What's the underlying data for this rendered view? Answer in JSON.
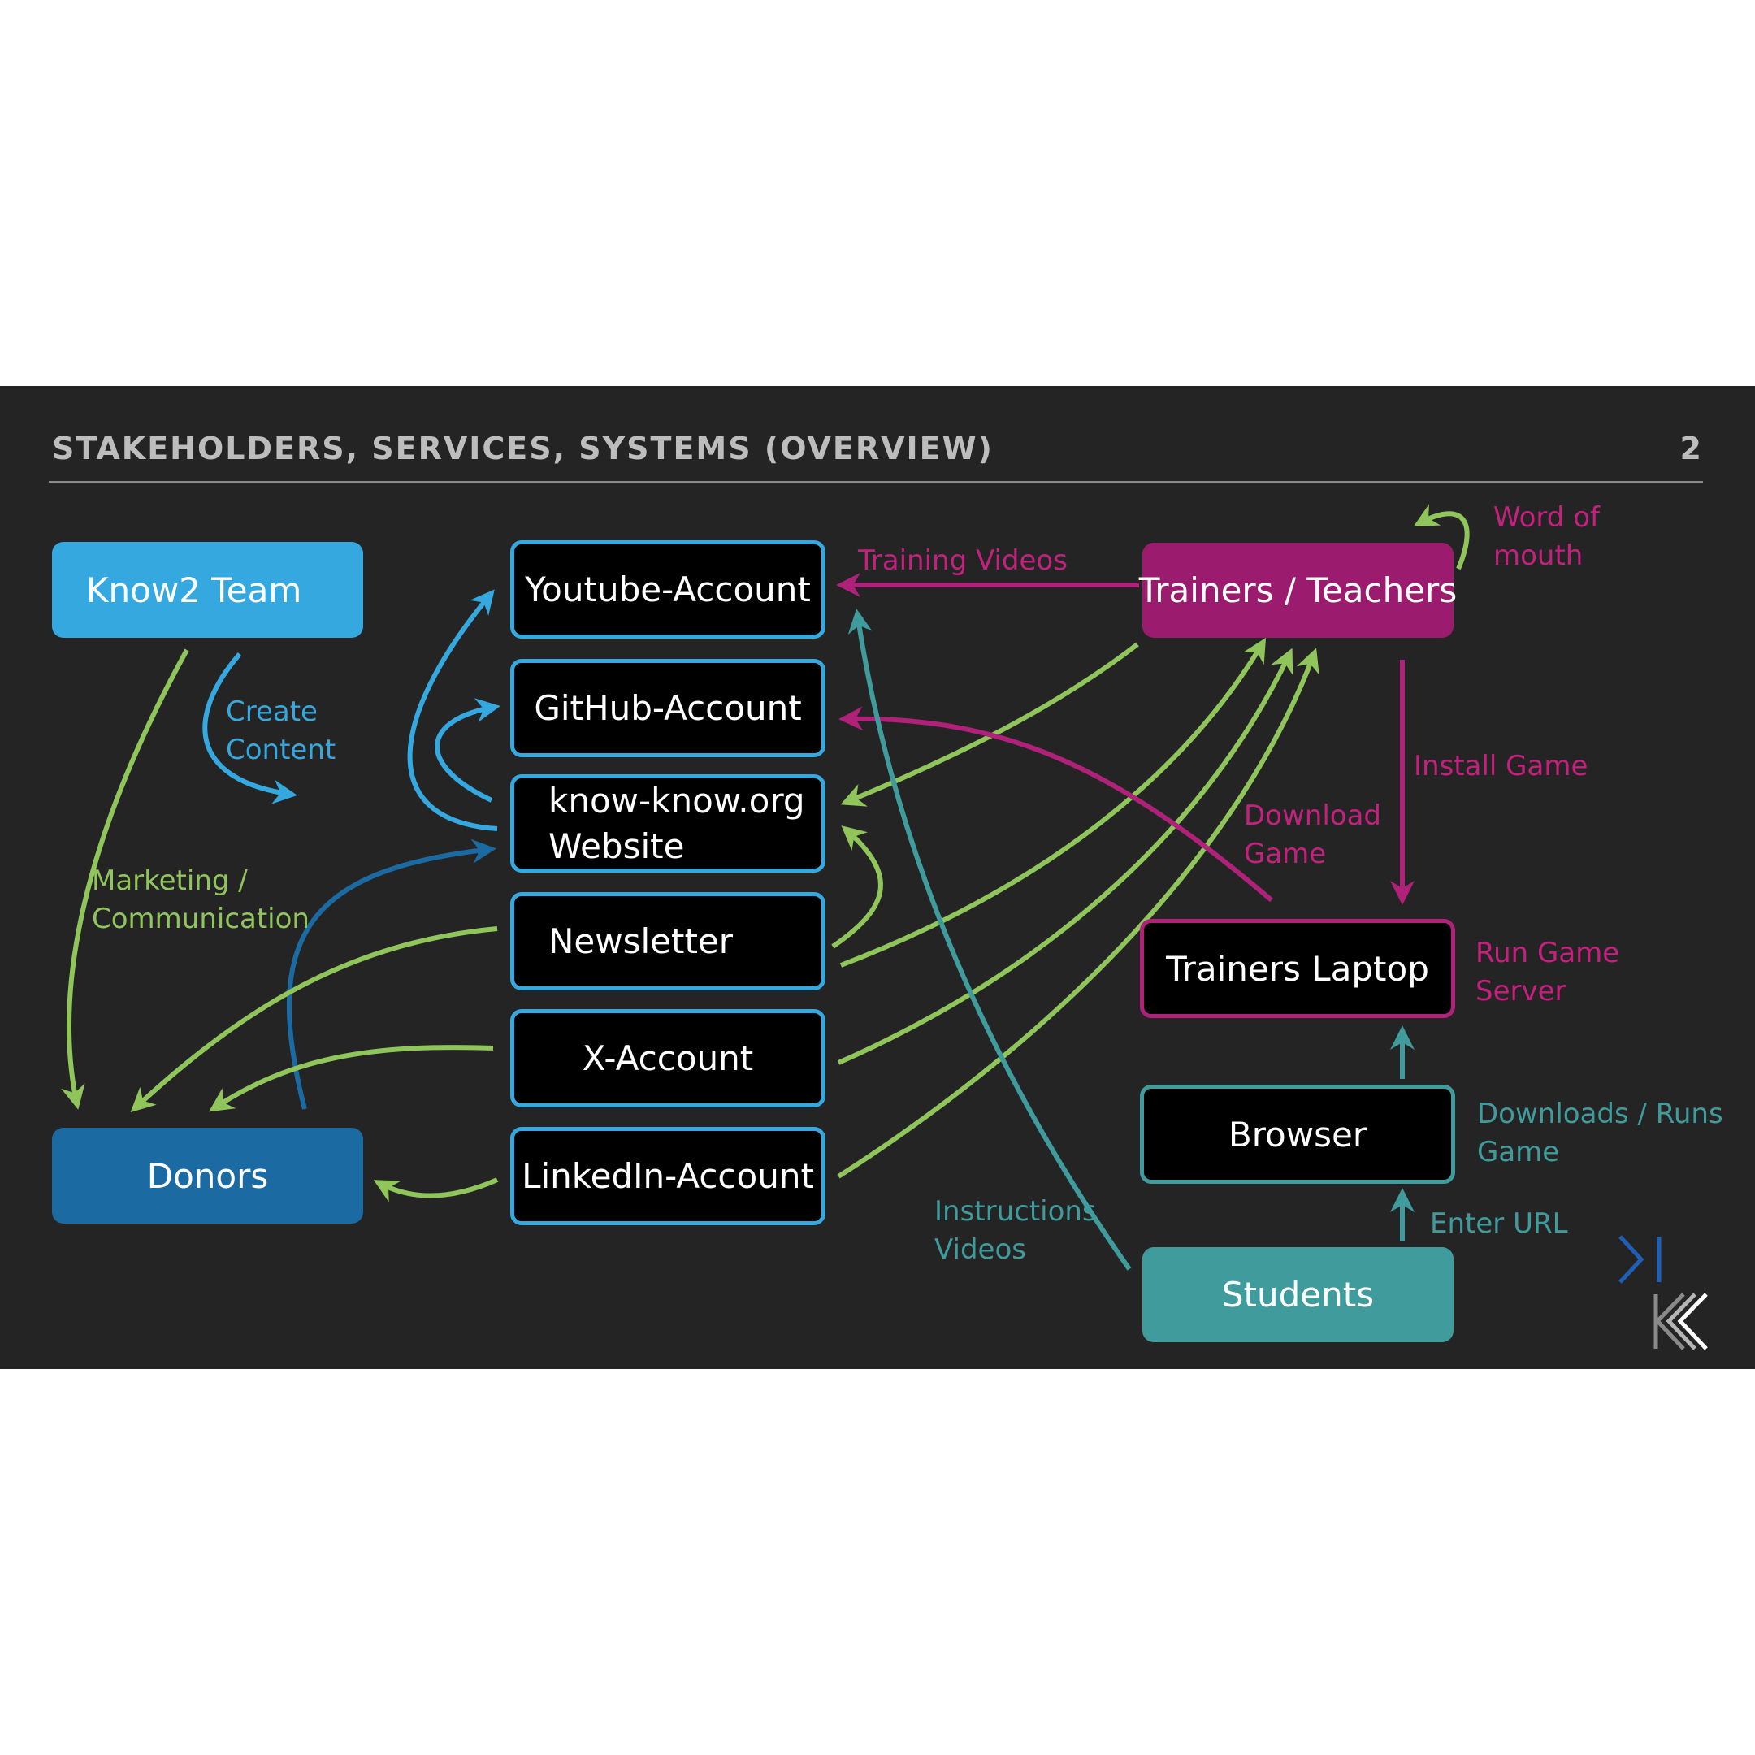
{
  "slide": {
    "title": "STAKEHOLDERS, SERVICES, SYSTEMS (OVERVIEW)",
    "page_number": "2"
  },
  "colors": {
    "background": "#242424",
    "know2_team": "#35a8df",
    "donors": "#1b6aa2",
    "trainers": "#9b1b6e",
    "students": "#3f9b9c",
    "green_arrows": "#8fc55b",
    "magenta_arrows": "#b0217a",
    "teal_arrows": "#3f9b9c",
    "blue_arrows": "#35a8df",
    "darkblue_arrows": "#1b6aa2"
  },
  "nodes": {
    "know2_team": "Know2 Team",
    "donors": "Donors",
    "youtube": "Youtube-Account",
    "github": "GitHub-Account",
    "website_line1": "know-know.org",
    "website_line2": "Website",
    "newsletter": "Newsletter",
    "x_account": "X-Account",
    "linkedin": "LinkedIn-Account",
    "trainers": "Trainers / Teachers",
    "trainers_laptop": "Trainers Laptop",
    "browser": "Browser",
    "students": "Students"
  },
  "edge_labels": {
    "create_content_1": "Create",
    "create_content_2": "Content",
    "marketing_1": "Marketing /",
    "marketing_2": "Communication",
    "training_videos": "Training Videos",
    "word_of_mouth_1": "Word of",
    "word_of_mouth_2": "mouth",
    "install_game": "Install Game",
    "download_game_1": "Download",
    "download_game_2": "Game",
    "run_game_server_1": "Run Game",
    "run_game_server_2": "Server",
    "downloads_runs_1": "Downloads / Runs",
    "downloads_runs_2": "Game",
    "enter_url": "Enter URL",
    "instructions_1": "Instructions",
    "instructions_2": "Videos"
  },
  "logo": {
    "icon": "know2-logo-icon"
  }
}
